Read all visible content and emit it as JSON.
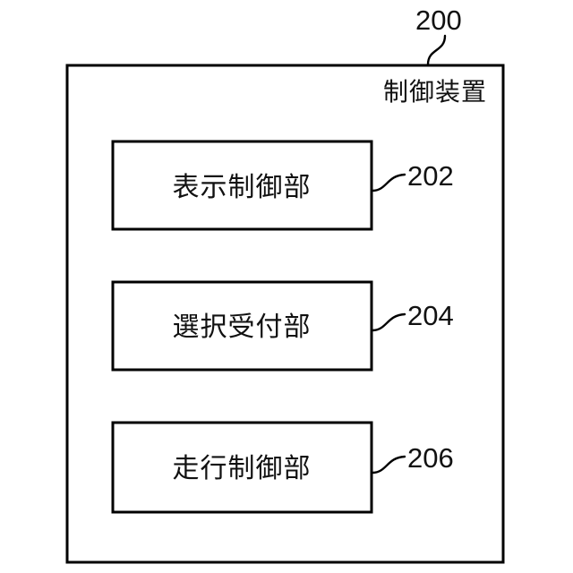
{
  "figure": {
    "type": "patent-block-diagram",
    "background_color": "#ffffff",
    "line_color": "#000000",
    "outer_unit": {
      "reference_numeral": "200",
      "label": "制御装置"
    },
    "blocks": [
      {
        "reference_numeral": "202",
        "label": "表示制御部"
      },
      {
        "reference_numeral": "204",
        "label": "選択受付部"
      },
      {
        "reference_numeral": "206",
        "label": "走行制御部"
      }
    ]
  }
}
